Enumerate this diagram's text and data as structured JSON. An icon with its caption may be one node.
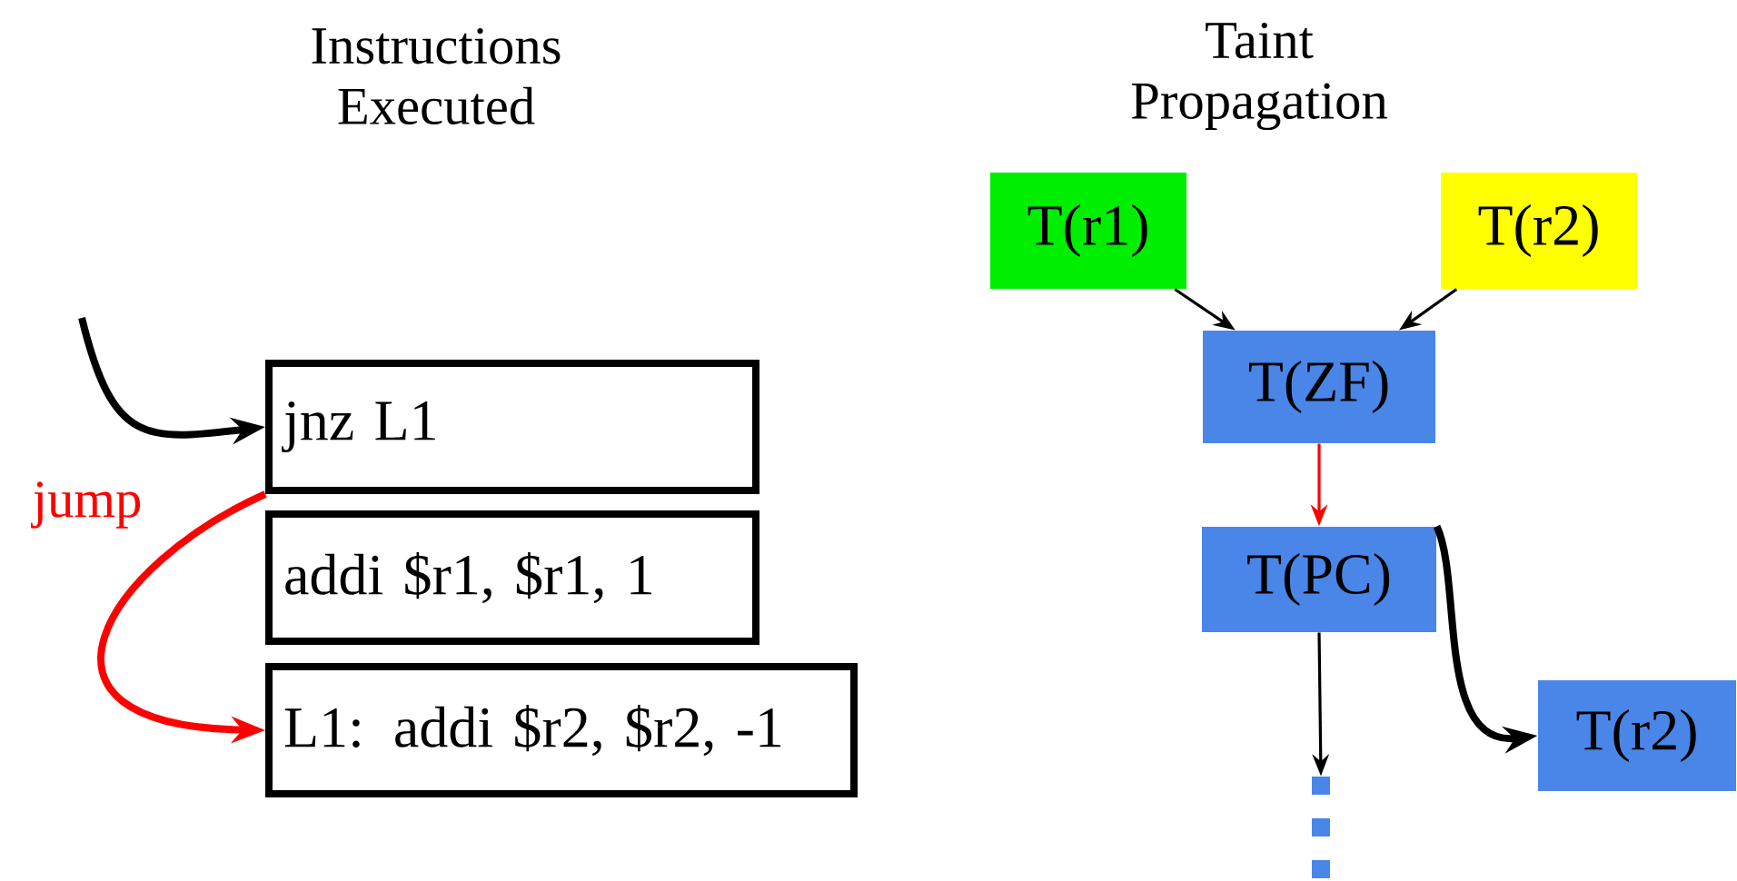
{
  "diagram": {
    "nodes": [
      {
        "text": [
          "jnz  L1"
        ]
      },
      {
        "text": [
          "addi $r1, $r1, 1"
        ]
      },
      {
        "text": [
          "L1: addi $r2, $r2, -1"
        ]
      },
      {
        "text": [
          "T(r1)"
        ]
      },
      {
        "text": [
          "T(r2)"
        ]
      },
      {
        "text": [
          "T(ZF)"
        ]
      },
      {
        "text": [
          "T(PC)"
        ]
      },
      {
        "text": [
          "T(r2)"
        ]
      },
      {
        "text": [],
        "shape": "dots"
      }
    ],
    "edges": [
      {
        "from": null,
        "to": 0,
        "arrow": "to",
        "style": "thick"
      },
      {
        "from": 0,
        "to": 2,
        "arrow": "to",
        "style": "thick",
        "color": "#ff0000",
        "label": "jump"
      },
      {
        "from": 3,
        "to": 5,
        "arrow": "to"
      },
      {
        "from": 4,
        "to": 5,
        "arrow": "to"
      },
      {
        "from": 5,
        "to": 6,
        "arrow": "to",
        "color": "#ff0000"
      },
      {
        "from": 6,
        "to": 8,
        "arrow": "to"
      },
      {
        "from": 6,
        "to": 7,
        "arrow": "to",
        "style": "thick"
      }
    ],
    "labels": [
      "Instructions Executed",
      "Taint Propagation"
    ]
  }
}
